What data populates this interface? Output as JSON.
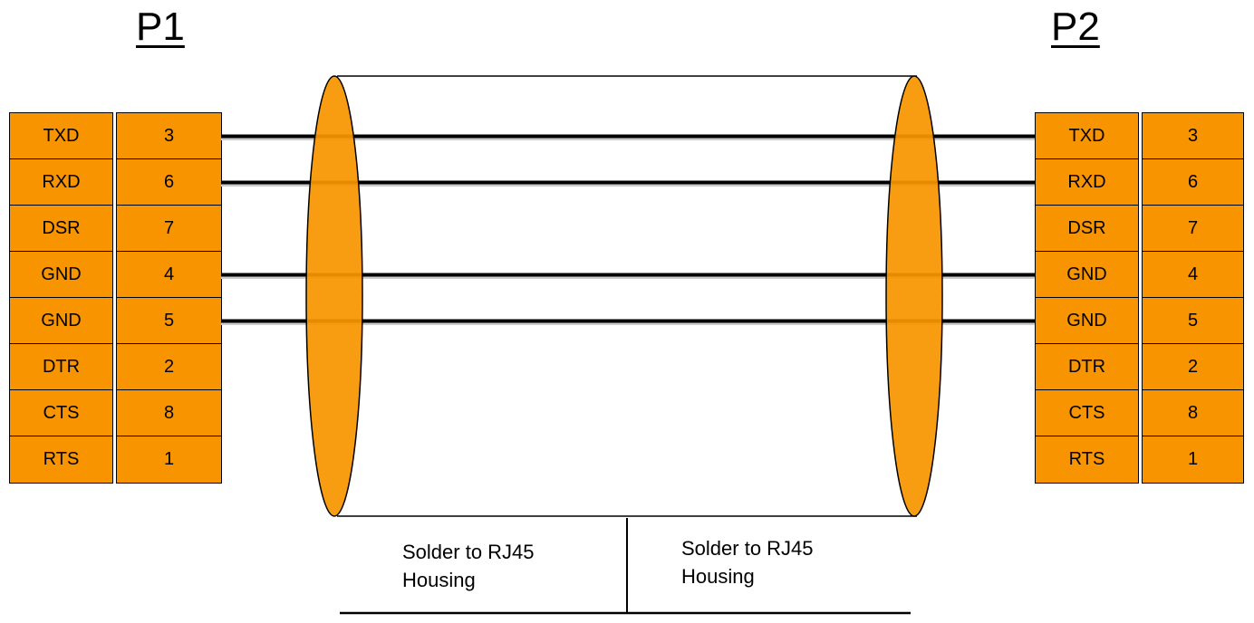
{
  "p1": {
    "title": "P1",
    "pins": [
      {
        "name": "TXD",
        "pin": "3"
      },
      {
        "name": "RXD",
        "pin": "6"
      },
      {
        "name": "DSR",
        "pin": "7"
      },
      {
        "name": "GND",
        "pin": "4"
      },
      {
        "name": "GND",
        "pin": "5"
      },
      {
        "name": "DTR",
        "pin": "2"
      },
      {
        "name": "CTS",
        "pin": "8"
      },
      {
        "name": "RTS",
        "pin": "1"
      }
    ]
  },
  "p2": {
    "title": "P2",
    "pins": [
      {
        "name": "TXD",
        "pin": "3"
      },
      {
        "name": "RXD",
        "pin": "6"
      },
      {
        "name": "DSR",
        "pin": "7"
      },
      {
        "name": "GND",
        "pin": "4"
      },
      {
        "name": "GND",
        "pin": "5"
      },
      {
        "name": "DTR",
        "pin": "2"
      },
      {
        "name": "CTS",
        "pin": "8"
      },
      {
        "name": "RTS",
        "pin": "1"
      }
    ]
  },
  "wires": [
    {
      "from_row": 0,
      "to_row": 0
    },
    {
      "from_row": 1,
      "to_row": 1
    },
    {
      "from_row": 3,
      "to_row": 3
    },
    {
      "from_row": 4,
      "to_row": 4
    }
  ],
  "shield": {
    "left_label": "Solder to RJ45\nHousing",
    "right_label": "Solder to RJ45\nHousing"
  },
  "colors": {
    "pin_fill": "#f79400",
    "ferrule_fill": "#f79400",
    "wire": "#000000"
  }
}
